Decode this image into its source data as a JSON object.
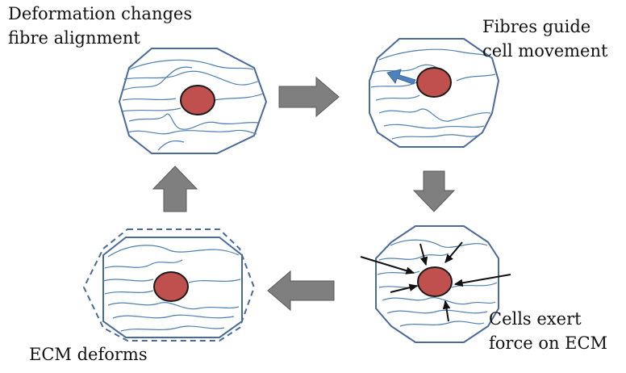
{
  "labels": {
    "top_left": [
      "Deformation changes",
      "fibre alignment"
    ],
    "top_right": [
      "Fibres guide",
      "cell movement"
    ],
    "bottom_right": [
      "Cells exert",
      "force on ECM"
    ],
    "bottom_left": [
      "ECM deforms"
    ]
  },
  "colors": {
    "ecm_outline": "#4a6a9a",
    "fibre": "#4f7fb3",
    "cell_fill": "#c0504d",
    "cell_stroke": "#1a1a1a",
    "flow_arrow": "#7f7f7f",
    "flow_arrow_stroke": "#5a5a5a",
    "migration_arrow": "#4f81bd",
    "force_arrow": "#111111"
  }
}
